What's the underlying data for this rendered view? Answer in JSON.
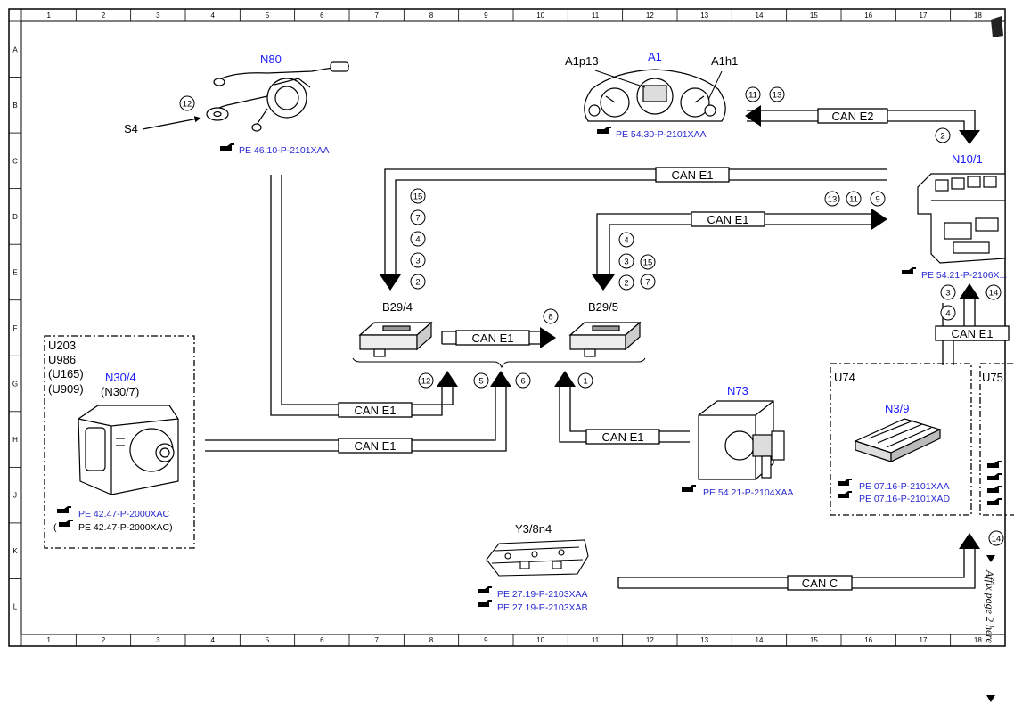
{
  "grid": {
    "columns": [
      "1",
      "2",
      "3",
      "4",
      "5",
      "6",
      "7",
      "8",
      "9",
      "10",
      "11",
      "12",
      "13",
      "14",
      "15",
      "16",
      "17",
      "18"
    ],
    "rows": [
      "A",
      "B",
      "C",
      "D",
      "E",
      "F",
      "G",
      "H",
      "J",
      "K",
      "L"
    ]
  },
  "components": {
    "n80": {
      "label": "N80",
      "sub": "S4",
      "ref": "PE 46.10-P-2101XAA"
    },
    "a1": {
      "label": "A1",
      "sub1": "A1p13",
      "sub2": "A1h1",
      "ref": "PE 54.30-P-2101XAA"
    },
    "n10_1": {
      "label": "N10/1",
      "ref": "PE 54.21-P-2106X..."
    },
    "b29_4": {
      "label": "B29/4"
    },
    "b29_5": {
      "label": "B29/5"
    },
    "n30_4": {
      "codes": [
        "U203",
        "U986",
        "(U165)",
        "(U909)"
      ],
      "label": "N30/4",
      "alt": "(N30/7)",
      "ref1": "PE 42.47-P-2000XAC",
      "ref2_open": "(",
      "ref2": "PE 42.47-P-2000XAC)"
    },
    "n73": {
      "label": "N73",
      "ref": "PE 54.21-P-2104XAA"
    },
    "u74": {
      "code": "U74",
      "label": "N3/9",
      "ref1": "PE 07.16-P-2101XAA",
      "ref2": "PE 07.16-P-2101XAD"
    },
    "u75": {
      "code": "U75"
    },
    "y3_8n4": {
      "label": "Y3/8n4",
      "ref1": "PE 27.19-P-2103XAA",
      "ref2": "PE 27.19-P-2103XAB"
    }
  },
  "buses": {
    "can_e2": "CAN E2",
    "can_e1": "CAN E1",
    "can_c": "CAN C"
  },
  "markers": {
    "n80_s4": "12",
    "a1_a": "11",
    "a1_b": "13",
    "n10_in": "2",
    "b294_stack": [
      "15",
      "7",
      "4",
      "3",
      "2"
    ],
    "d_row": [
      "13",
      "11",
      "9"
    ],
    "b295_stack_left": [
      "4",
      "3",
      "2"
    ],
    "b295_stack_right": [
      "15",
      "7"
    ],
    "b29_link": "8",
    "n10_down": [
      "3",
      "4"
    ],
    "n10_right": "14",
    "g_12": "12",
    "g_5": "5",
    "g_6": "6",
    "g_1": "1",
    "canc_14": "14"
  },
  "side_note": "Affix page 2 here"
}
